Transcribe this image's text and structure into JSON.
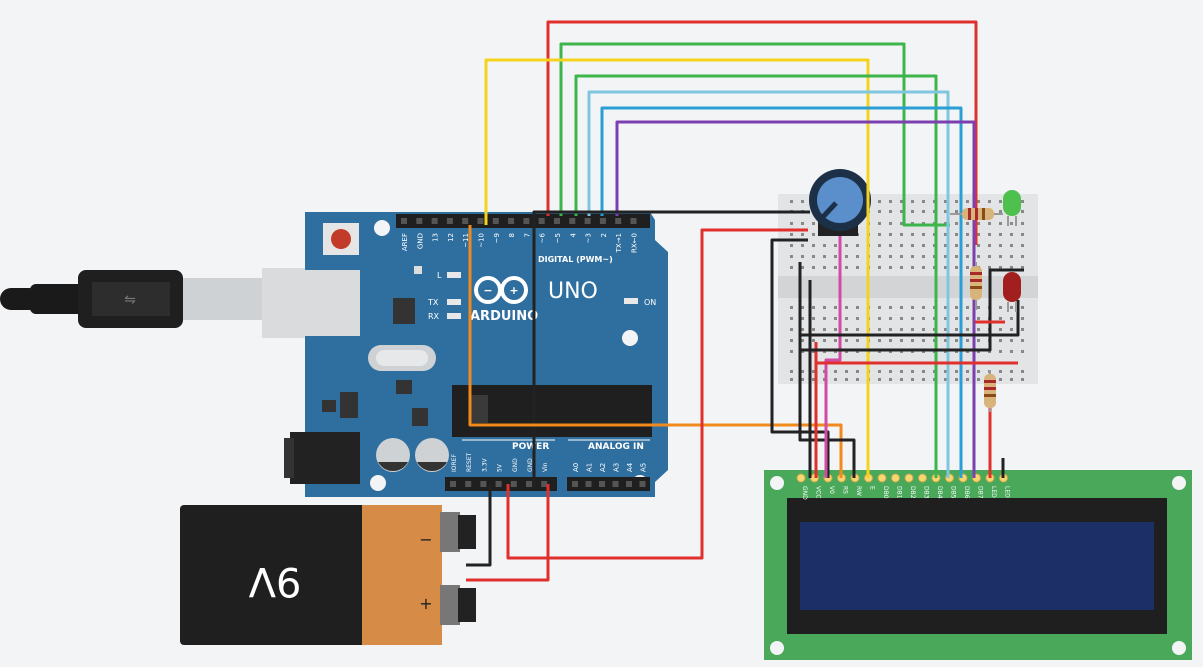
{
  "arduino": {
    "brand": "ARDUINO",
    "model": "UNO",
    "digital_label": "DIGITAL (PWM~)",
    "power_label": "POWER",
    "analog_label": "ANALOG IN",
    "led_l": "L",
    "led_tx": "TX",
    "led_rx": "RX",
    "led_on": "ON",
    "top_header_labels": [
      "AREF",
      "GND",
      "13",
      "12",
      "~11",
      "~10",
      "~9",
      "8",
      "7",
      "~6",
      "~5",
      "4",
      "~3",
      "2",
      "TX→1",
      "RX←0"
    ],
    "power_header_labels": [
      "IOREF",
      "RESET",
      "3.3V",
      "5V",
      "GND",
      "GND",
      "Vin"
    ],
    "analog_header_labels": [
      "A0",
      "A1",
      "A2",
      "A3",
      "A4",
      "A5"
    ]
  },
  "battery": {
    "label": "9V",
    "minus": "−",
    "plus": "+"
  },
  "lcd": {
    "pin_labels": [
      "GND",
      "VCC",
      "V0",
      "RS",
      "RW",
      "E",
      "DB0",
      "DB1",
      "DB2",
      "DB3",
      "DB4",
      "DB5",
      "DB6",
      "DB7",
      "LED",
      "LED"
    ]
  },
  "colors": {
    "board_blue": "#2f6f9f",
    "wire_red": "#e0302e",
    "wire_green": "#3cb54a",
    "wire_lightblue": "#7fc6de",
    "wire_blue": "#2a9fd6",
    "wire_purple": "#7b3fb0",
    "wire_yellow": "#f5d31c",
    "wire_orange": "#f08a1c",
    "wire_black": "#222222",
    "wire_pink": "#d04aa6",
    "lcd_green": "#4aa85a",
    "lcd_screen": "#1c2f66"
  }
}
